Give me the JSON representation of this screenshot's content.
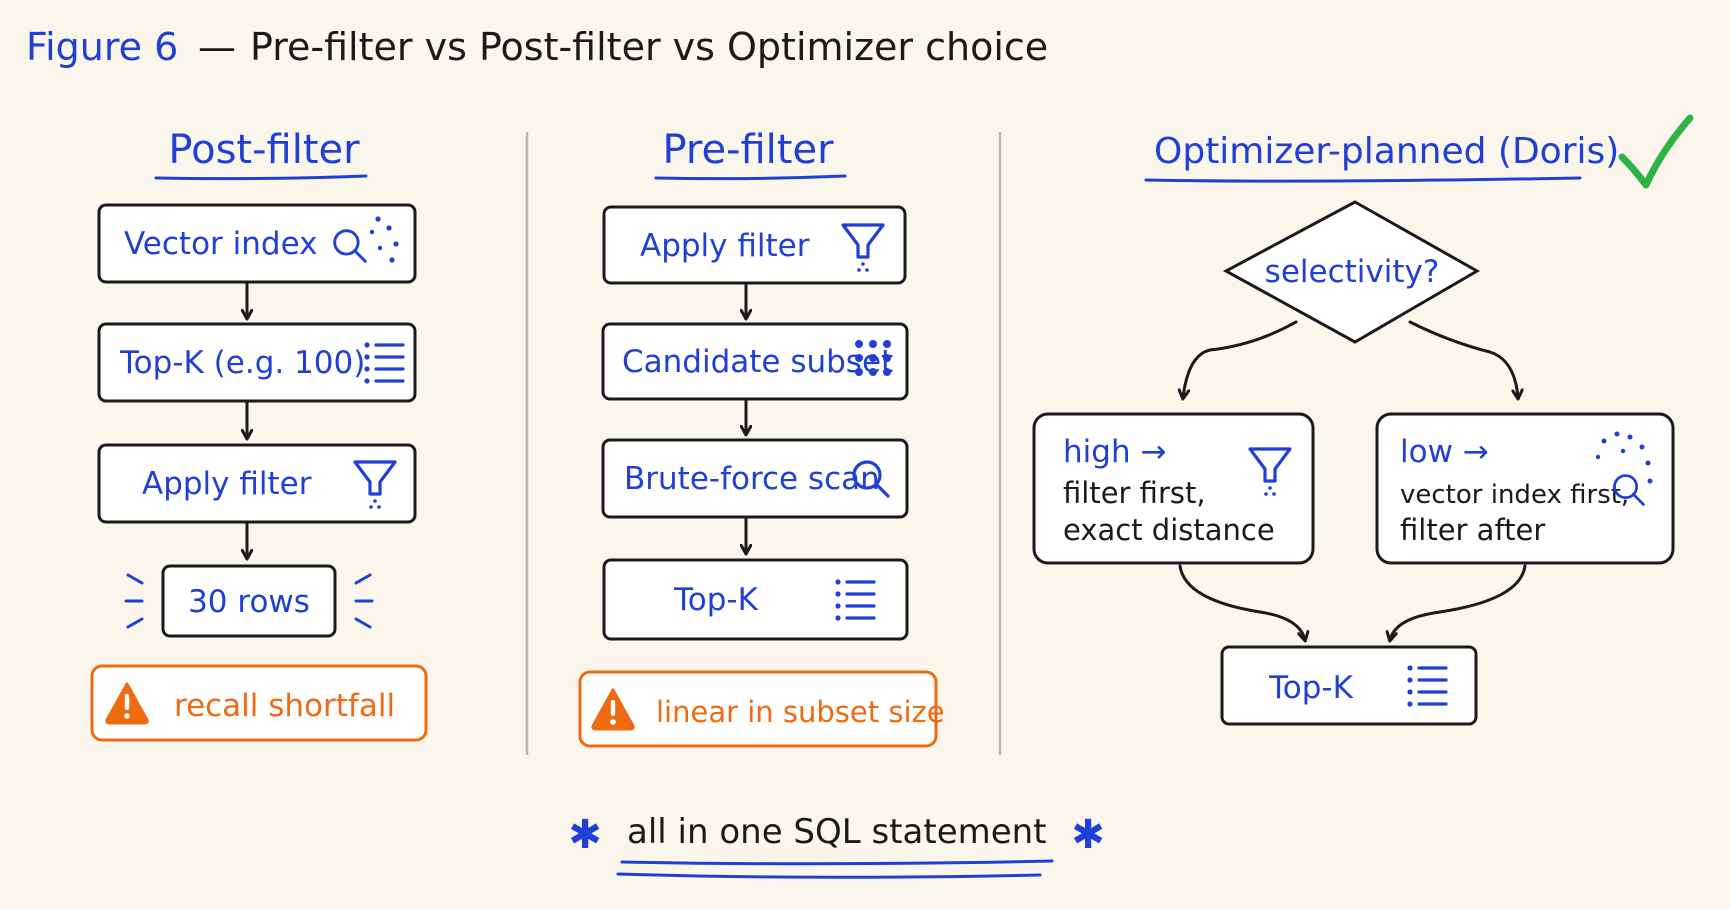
{
  "title": {
    "figure": "Figure 6",
    "dash": "—",
    "text": "Pre-filter vs Post-filter vs Optimizer choice"
  },
  "columns": {
    "post_filter": {
      "heading": "Post-filter",
      "steps": [
        "Vector index",
        "Top-K (e.g. 100)",
        "Apply filter",
        "30 rows"
      ],
      "warning": "recall shortfall"
    },
    "pre_filter": {
      "heading": "Pre-filter",
      "steps": [
        "Apply filter",
        "Candidate subset",
        "Brute-force scan",
        "Top-K"
      ],
      "warning": "linear in subset size"
    },
    "optimizer": {
      "heading": "Optimizer-planned (Doris)",
      "decision": "selectivity?",
      "branch_high": {
        "label": "high →",
        "line1": "filter first,",
        "line2": "exact distance"
      },
      "branch_low": {
        "label": "low →",
        "line1": "vector index first,",
        "line2": "filter after"
      },
      "result": "Top-K"
    }
  },
  "footer": {
    "text": "all in one SQL statement",
    "star": "✱"
  },
  "colors": {
    "blue": "#1f3fd6",
    "orange": "#ef6b12",
    "green": "#2fb344",
    "ink": "#1a1a1a",
    "paper": "#faf6ec"
  },
  "icons": [
    "search-icon",
    "list-icon",
    "funnel-icon",
    "grid-dots-icon",
    "warning-icon",
    "checkmark-icon"
  ]
}
